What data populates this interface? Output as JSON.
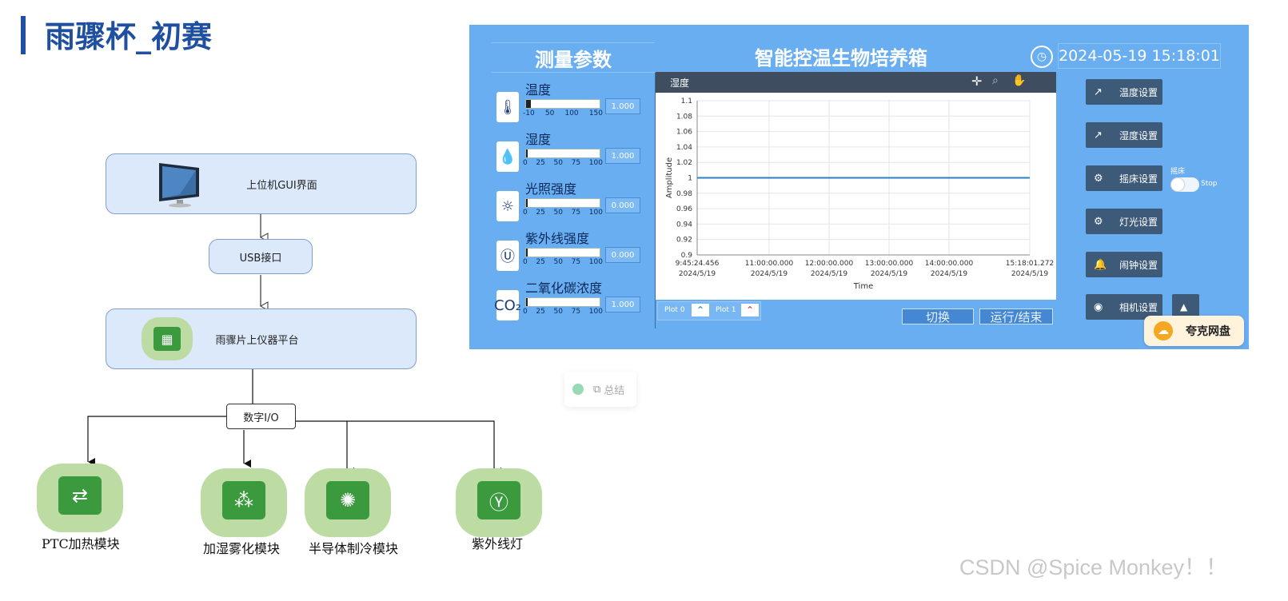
{
  "slide": {
    "title": "雨骤杯_初赛"
  },
  "diagram": {
    "gui_box": "上位机GUI界面",
    "usb_box": "USB接口",
    "platform_box": "雨骤片上仪器平台",
    "io_box": "数字I/O",
    "modules": [
      {
        "label": "PTC加热模块",
        "icon": "heater-icon"
      },
      {
        "label": "加湿雾化模块",
        "icon": "humidifier-icon"
      },
      {
        "label": "半导体制冷模块",
        "icon": "cooler-icon"
      },
      {
        "label": "紫外线灯",
        "icon": "uv-lamp-icon"
      }
    ]
  },
  "app": {
    "left_header": "测量参数",
    "center_header": "智能控温生物培养箱",
    "datetime": "2024-05-19 15:18:01",
    "sensors": [
      {
        "label": "温度",
        "value": "1.000",
        "ticks": [
          "-10",
          "50",
          "100",
          "150"
        ],
        "icon": "thermometer-icon",
        "level": 0.06
      },
      {
        "label": "湿度",
        "value": "1.000",
        "ticks": [
          "0",
          "25",
          "50",
          "75",
          "100"
        ],
        "icon": "humidity-icon",
        "level": 0.01
      },
      {
        "label": "光照强度",
        "value": "0.000",
        "ticks": [
          "0",
          "25",
          "50",
          "75",
          "100"
        ],
        "icon": "sun-icon",
        "level": 0.0
      },
      {
        "label": "紫外线强度",
        "value": "0.000",
        "ticks": [
          "0",
          "25",
          "50",
          "75",
          "100"
        ],
        "icon": "uv-icon",
        "level": 0.0
      },
      {
        "label": "二氧化碳浓度",
        "value": "1.000",
        "ticks": [
          "0",
          "25",
          "50",
          "75",
          "100"
        ],
        "icon": "co2-icon",
        "level": 0.01
      }
    ],
    "chart": {
      "tab_title": "湿度",
      "ylabel": "Amplitude",
      "xlabel": "Time",
      "yticks": [
        "1.1",
        "1.08",
        "1.06",
        "1.04",
        "1.02",
        "1",
        "0.98",
        "0.96",
        "0.94",
        "0.92",
        "0.9"
      ],
      "xticks": [
        {
          "t": "9:45:24.456",
          "d": "2024/5/19"
        },
        {
          "t": "11:00:00.000",
          "d": "2024/5/19"
        },
        {
          "t": "12:00:00.000",
          "d": "2024/5/19"
        },
        {
          "t": "13:00:00.000",
          "d": "2024/5/19"
        },
        {
          "t": "14:00:00.000",
          "d": "2024/5/19"
        },
        {
          "t": "15:18:01.272",
          "d": "2024/5/19"
        }
      ],
      "plot0": "Plot 0",
      "plot1": "Plot 1"
    },
    "buttons": {
      "temp_set": "温度设置",
      "humidity_set": "湿度设置",
      "shaker_set": "摇床设置",
      "light_set": "灯光设置",
      "alarm_set": "闹钟设置",
      "camera_set": "相机设置",
      "switch": "切换",
      "run_end": "运行/结束"
    },
    "shaker_toggle": {
      "label": "摇床",
      "state": "Stop"
    }
  },
  "overlays": {
    "quark": "夸克网盘",
    "summary": "总结",
    "watermark": "CSDN @Spice Monkey！！"
  },
  "chart_data": {
    "type": "line",
    "title": "湿度",
    "xlabel": "Time",
    "ylabel": "Amplitude",
    "ylim": [
      0.9,
      1.1
    ],
    "x": [
      "2024/5/19 9:45:24.456",
      "2024/5/19 15:18:01.272"
    ],
    "series": [
      {
        "values": [
          1,
          1
        ]
      }
    ],
    "grid": true
  }
}
